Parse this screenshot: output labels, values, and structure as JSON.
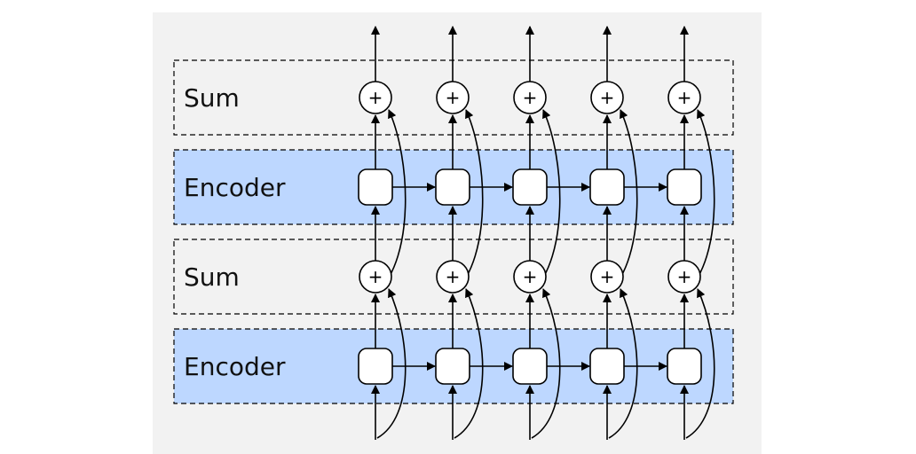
{
  "layers": [
    {
      "kind": "sum",
      "label": "Sum",
      "fill": "#f2f2f2"
    },
    {
      "kind": "encoder",
      "label": "Encoder",
      "fill": "#bdd7ff"
    },
    {
      "kind": "sum",
      "label": "Sum",
      "fill": "#f2f2f2"
    },
    {
      "kind": "encoder",
      "label": "Encoder",
      "fill": "#bdd7ff"
    }
  ],
  "column_count": 5,
  "sum_symbol": "+",
  "colors": {
    "panel": "#f2f2f2",
    "encoder_band": "#bdd7ff",
    "stroke": "#000000",
    "node_fill": "#ffffff"
  }
}
